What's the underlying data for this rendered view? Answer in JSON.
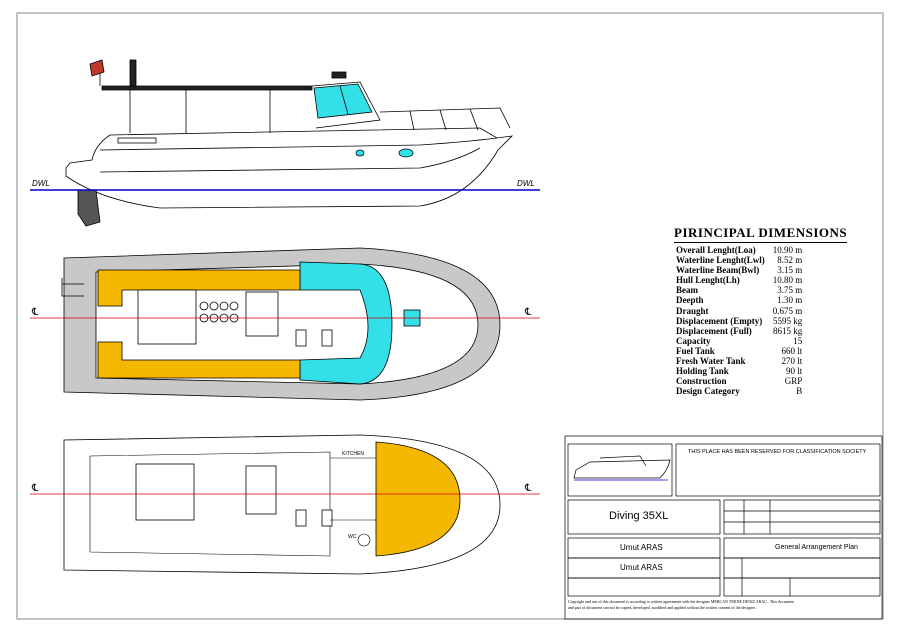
{
  "waterline_label": "DWL",
  "centerline_symbol": "℄",
  "kitchen_label": "KITCHEN",
  "wc_label": "WC",
  "principal_dimensions": {
    "title": "PIRINCIPAL DIMENSIONS",
    "rows": [
      {
        "label": "Overall Lenght(Loa)",
        "value": "10.90 m"
      },
      {
        "label": "Waterline Lenght(Lwl)",
        "value": "8.52 m"
      },
      {
        "label": "Waterline Beam(Bwl)",
        "value": "3.15 m"
      },
      {
        "label": "Hull Lenght(Lh)",
        "value": "10.80 m"
      },
      {
        "label": "Beam",
        "value": "3.75 m"
      },
      {
        "label": "Deepth",
        "value": "1.30 m"
      },
      {
        "label": "Draught",
        "value": "0.675 m"
      },
      {
        "label": "Displacement (Empty)",
        "value": "5595 kg"
      },
      {
        "label": "Displacement (Full)",
        "value": "8615 kg"
      },
      {
        "label": "Capacity",
        "value": "15"
      },
      {
        "label": "Fuel Tank",
        "value": "660 lt"
      },
      {
        "label": "Fresh Water Tank",
        "value": "270 lt"
      },
      {
        "label": "Holding Tank",
        "value": "90 lt"
      },
      {
        "label": "Construction",
        "value": "GRP"
      },
      {
        "label": "Design Category",
        "value": "B"
      }
    ]
  },
  "title_block": {
    "classification_note": "THIS PLACE HAS BEEN RESERVED FOR CLASSIFICATION SOCIETY",
    "boat_name": "Diving 35XL",
    "designer": "Umut ARAS",
    "drawn_by": "Umut ARAS",
    "drawing_title": "General Arrangement Plan",
    "copyright_line1": "Copyright and use of this document is according to written agreements with the designer MERCAN TEKNE DENIZ ARAC.. This document",
    "copyright_line2": "and part of document can not be copied, developed, modified and applied without the written consent of the designer."
  },
  "colors": {
    "line": "#000000",
    "waterline": "#0000cc",
    "centerline": "#cc0000",
    "deck_yellow": "#f5b800",
    "glass_cyan": "#33e0e8",
    "deck_grey": "#c8c8c8",
    "outline_grey": "#888888"
  }
}
